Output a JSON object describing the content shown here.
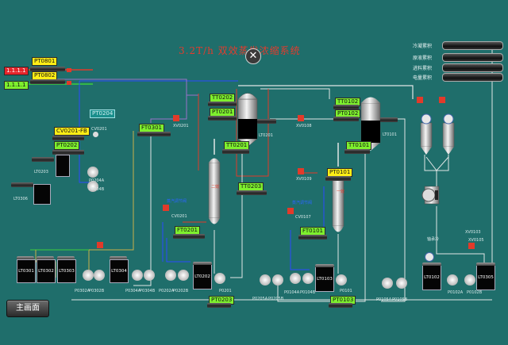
{
  "header": {
    "title": "3.2T/h 双效蒸发浓缩系统",
    "close_icon": "close-icon"
  },
  "right_panel": [
    {
      "label": "冷凝累积"
    },
    {
      "label": "原液累积"
    },
    {
      "label": "进料累积"
    },
    {
      "label": "电量累积"
    }
  ],
  "top_left": {
    "pt0801": "PT0801",
    "pt0802": "PT0802",
    "red_tag": "1.1.1.1",
    "green_tag": "1.1.1.1"
  },
  "left_controls": {
    "cv0201": "CV0201-FB",
    "pt0202": "PT0202",
    "cyan_tag": "PT0204",
    "lt0203": "LT0203",
    "lt0306": "LT0306",
    "cv0201_label": "CV0201",
    "p0204a": "P0204A",
    "p0204b": "P0204B"
  },
  "middle": {
    "ft0301": "FT0301",
    "xv0201": "XV0201",
    "tt0202": "TT0202",
    "pt0201": "PT0201",
    "tt0201": "TT0201",
    "lt0201": "LT0201",
    "tt0203": "TT0203",
    "ft0201": "FT0201",
    "v_label": "二效",
    "blue_label1": "蒸汽调节阀",
    "cv0201b": "CV0201",
    "lt0202": "LT0202",
    "pt0203": "PT0203"
  },
  "right_effect": {
    "tt0102": "TT0102",
    "pt0102": "PT0102",
    "tt0101": "TT0101",
    "lt0101": "LT0101",
    "pt0101": "PT0101",
    "ft0101": "FT0101",
    "xv0108": "XV0108",
    "xv0109": "XV0109",
    "v_label": "一效",
    "blue_label2": "蒸汽调节阀",
    "cv0107": "CV0107",
    "lt0103": "LT0103",
    "pt0103": "PT0103"
  },
  "far_right": {
    "lt0102": "LT0102",
    "lt0305": "LT0305",
    "xv0103": "XV0103",
    "xv0105": "XV0105",
    "bearing": "轴承冷",
    "p0102a": "P0102A",
    "p0102b": "P0102B"
  },
  "bottom_tanks": [
    "LT0301",
    "LT0302",
    "LT0303",
    "LT0304"
  ],
  "pumps": {
    "p0302": "P0302A",
    "p0302b": "P0302B",
    "p0304": "P0304A",
    "p0304b": "P0304B",
    "p0202a": "P0202A",
    "p0202b": "P0202B",
    "p0201": "P0201",
    "p0205a": "P0205A",
    "p0205b": "P0205B",
    "p0104a": "P0104A",
    "p0104b": "P0104B",
    "p0101": "P0101",
    "p0105a": "P0105A",
    "p0105b": "P0105B"
  },
  "home_button": "主画面",
  "colors": {
    "background": "#1f6e6b",
    "pipe_white": "#e0e6e6",
    "pipe_blue": "#2b4bff",
    "pipe_purple": "#9a73c8",
    "pipe_red": "#e23a2a",
    "pipe_olive": "#c8b04a",
    "pipe_green": "#3ccf3c",
    "tag_yellow": "#ffee16",
    "tag_green": "#7ef02e"
  }
}
